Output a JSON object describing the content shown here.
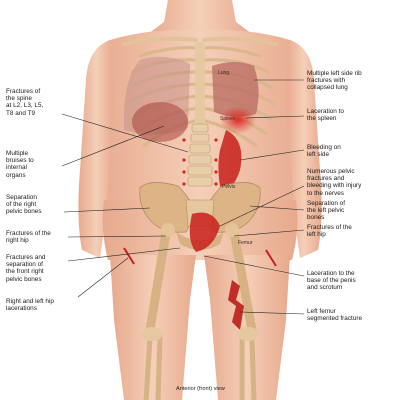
{
  "palette": {
    "skin": "#f2c6ad",
    "skin_dark": "#e0a388",
    "bone": "#d7b489",
    "bone_light": "#ecd6b2",
    "injury": "#c8201c",
    "lung": "#c98e86",
    "leader_line": "#222222"
  },
  "labels_left": [
    "Fractures of\nthe spine\nat L2, L3, L5,\nT8 and T9",
    "Multiple\nbruises to\ninternal\norgans",
    "Separation\nof the right\npelvic bones",
    "Fractures of the\nright hip",
    "Fractures and\nseparation of\nthe front right\npelvic bones",
    "Right and left hip\nlacerations"
  ],
  "labels_right": [
    "Multiple left side rib\nfractures with\ncollapsed lung",
    "Laceration to\nthe spleen",
    "Bleeding on\nleft side",
    "Numerous pelvic\nfractures and\nbleeding with injury\nto the nerves",
    "Separation of\nthe left pelvic\nbones",
    "Fractures of the\nleft hip",
    "Laceration to the\nbase of the penis\nand scrotum",
    "Left femur\nsegmented fracture"
  ],
  "organ_labels": {
    "lung": "Lung",
    "spleen": "Spleen",
    "pelvis": "Pelvis",
    "femur": "Femur"
  },
  "view_caption": "Anterior (front) view"
}
